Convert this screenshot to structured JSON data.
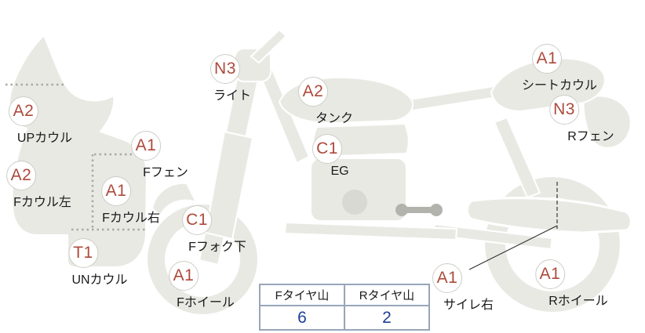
{
  "diagram": {
    "labels": [
      {
        "code": "N3",
        "name": "ライト"
      },
      {
        "code": "A2",
        "name": "タンク"
      },
      {
        "code": "A1",
        "name": "シートカウル"
      },
      {
        "code": "N3",
        "name": "Rフェン"
      },
      {
        "code": "A2",
        "name": "UPカウル"
      },
      {
        "code": "A1",
        "name": "Fフェン"
      },
      {
        "code": "A2",
        "name": "Fカウル左"
      },
      {
        "code": "A1",
        "name": "Fカウル右"
      },
      {
        "code": "C1",
        "name": "EG"
      },
      {
        "code": "C1",
        "name": "Fフォク下"
      },
      {
        "code": "T1",
        "name": "UNカウル"
      },
      {
        "code": "A1",
        "name": "Fホイール"
      },
      {
        "code": "A1",
        "name": "サイレ右"
      },
      {
        "code": "A1",
        "name": "Rホイール"
      }
    ],
    "tire_table": {
      "headers": [
        "Fタイヤ山",
        "Rタイヤ山"
      ],
      "values": [
        "6",
        "2"
      ]
    },
    "colors": {
      "condition_code_text": "#ad4a3c",
      "silhouette_fill": "#e9e9e4",
      "table_value_text": "#1e3f95",
      "table_border": "#97a6ba"
    }
  }
}
